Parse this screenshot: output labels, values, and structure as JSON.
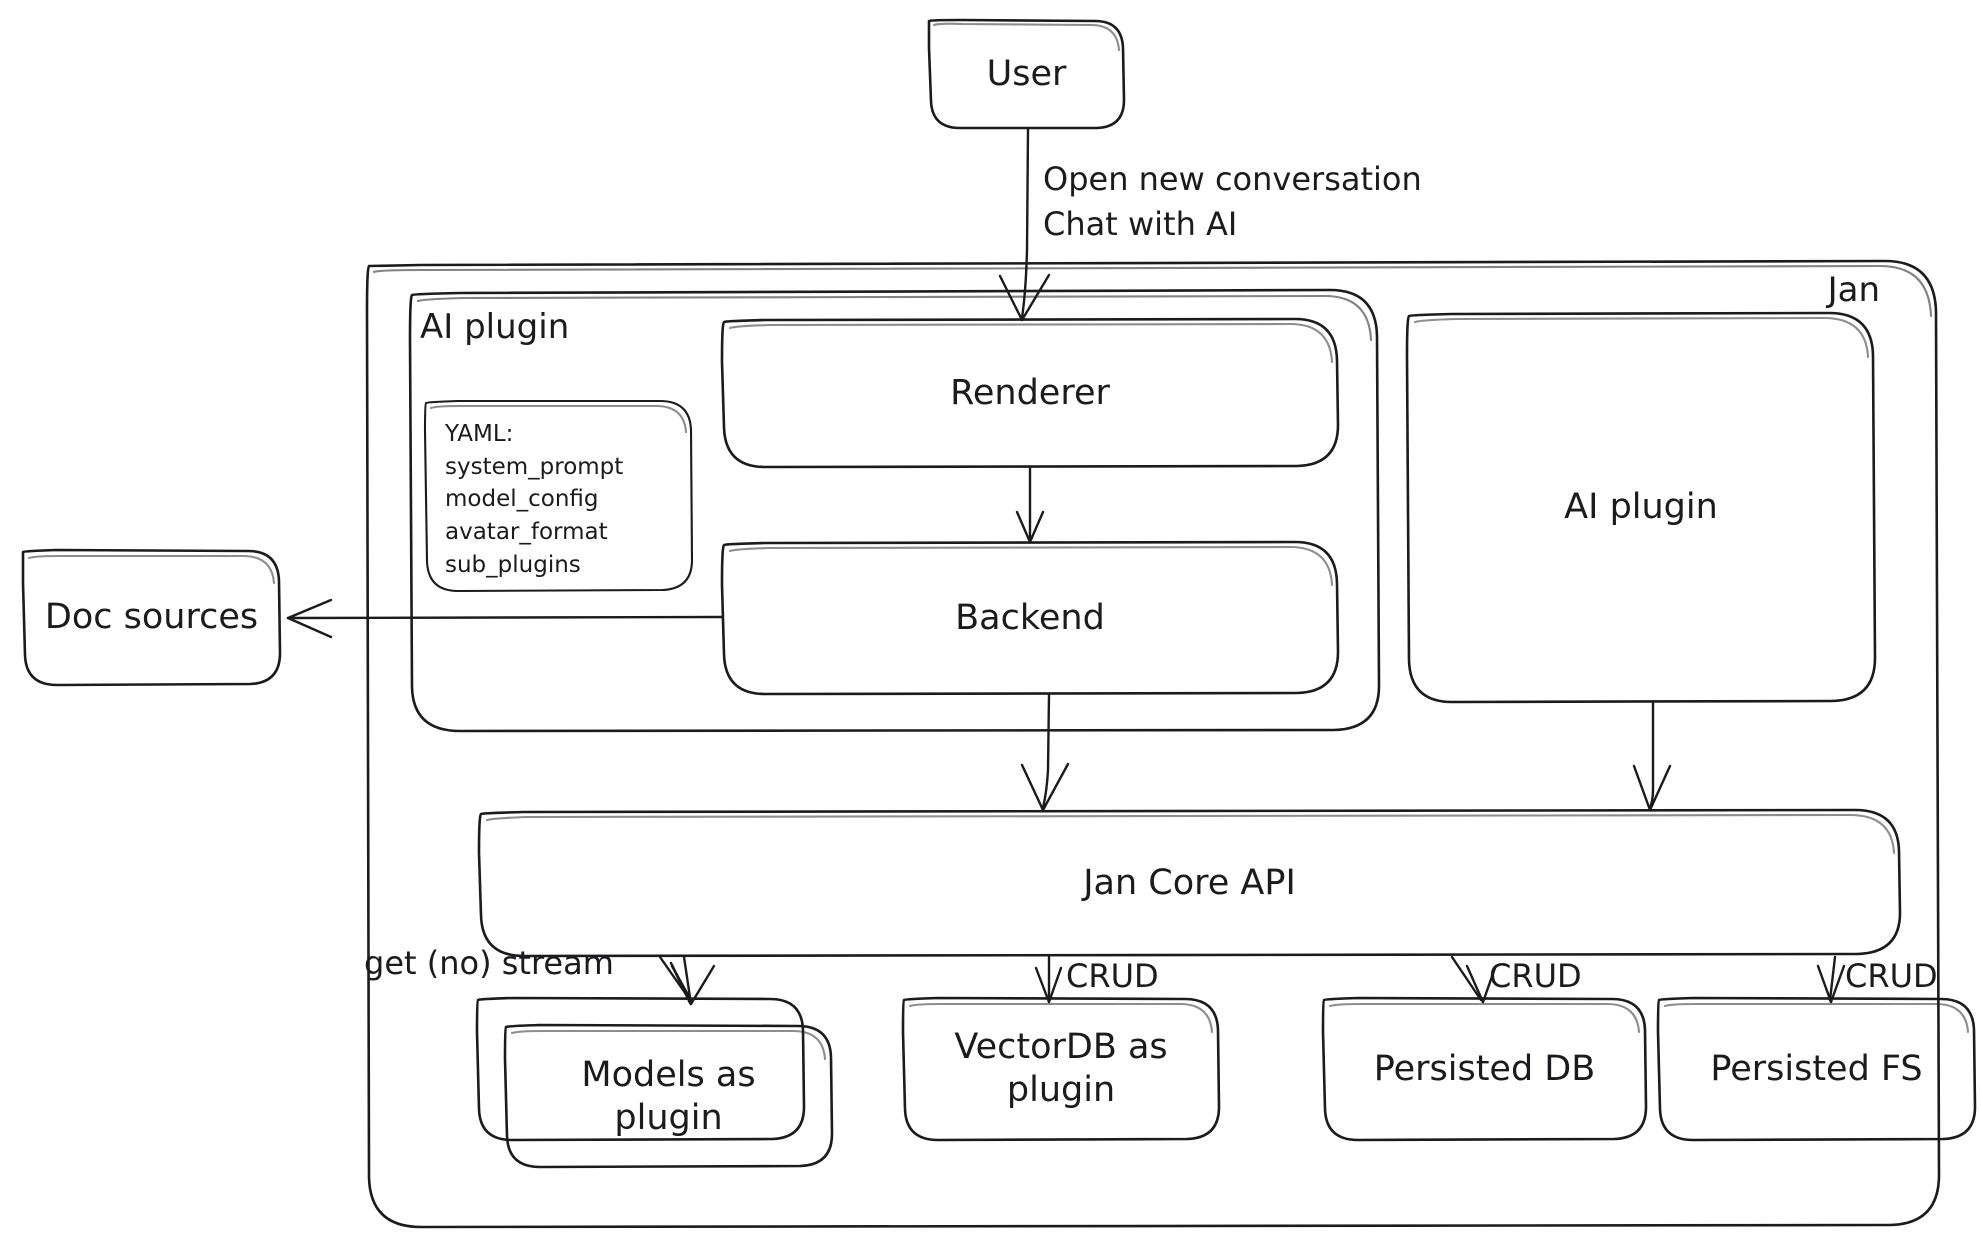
{
  "diagram": {
    "title_label": "Jan",
    "style": "hand-drawn architecture diagram",
    "stroke_color": "#1b1b1f",
    "background_color": "#ffffff"
  },
  "groups": {
    "jan": {
      "label": "Jan"
    },
    "ai_plugin_group": {
      "label": "AI plugin"
    }
  },
  "nodes": {
    "user": {
      "label": "User"
    },
    "renderer": {
      "label": "Renderer"
    },
    "backend": {
      "label": "Backend"
    },
    "ai_plugin_right": {
      "label": "AI plugin"
    },
    "doc_sources": {
      "label": "Doc sources"
    },
    "jan_core_api": {
      "label": "Jan Core API"
    },
    "models_plugin": {
      "label_line1": "Models as",
      "label_line2": "plugin"
    },
    "vectordb_plugin": {
      "label_line1": "VectorDB as",
      "label_line2": "plugin"
    },
    "persisted_db": {
      "label": "Persisted DB"
    },
    "persisted_fs": {
      "label": "Persisted FS"
    }
  },
  "notes": {
    "yaml": {
      "lines": [
        "YAML:",
        "system_prompt",
        "model_config",
        "avatar_format",
        "sub_plugins"
      ],
      "text": "YAML:\nsystem_prompt\nmodel_config\navatar_format\nsub_plugins"
    }
  },
  "edges": {
    "user_to_renderer": {
      "label_line1": "Open new conversation",
      "label_line2": "Chat with AI",
      "label": "Open new conversation\nChat with AI"
    },
    "renderer_to_backend": {
      "label": ""
    },
    "backend_to_doc_sources": {
      "label": ""
    },
    "backend_to_core": {
      "label": ""
    },
    "ai_plugin_to_core": {
      "label": ""
    },
    "core_to_models": {
      "label": "get (no) stream"
    },
    "core_to_vectordb": {
      "label": "CRUD"
    },
    "core_to_db": {
      "label": "CRUD"
    },
    "core_to_fs": {
      "label": "CRUD"
    }
  }
}
